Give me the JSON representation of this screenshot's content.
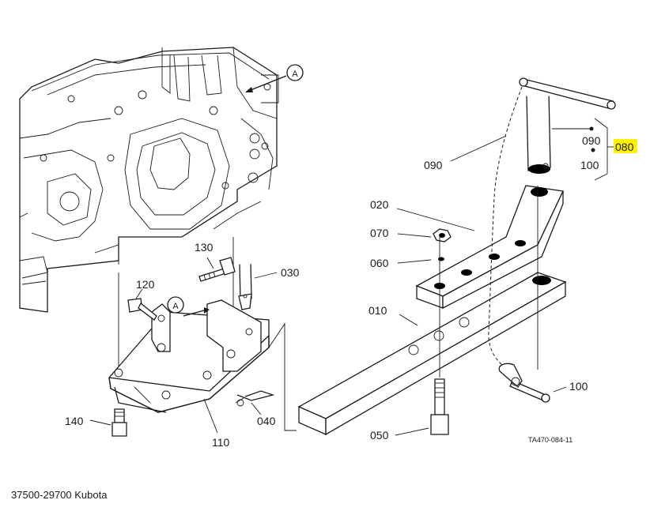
{
  "labels": {
    "p010": "010",
    "p020": "020",
    "p030": "030",
    "p040": "040",
    "p050": "050",
    "p060": "060",
    "p070": "070",
    "p080": "080",
    "p090_a": "090",
    "p090_b": "090",
    "p100_a": "100",
    "p100_b": "100",
    "p110": "110",
    "p120": "120",
    "p130": "130",
    "p140": "140",
    "ref_a1": "A",
    "ref_a2": "A",
    "drawing_code": "TA470-084-11"
  },
  "highlight_color": "#fff200",
  "caption": "37500-29700 Kubota"
}
